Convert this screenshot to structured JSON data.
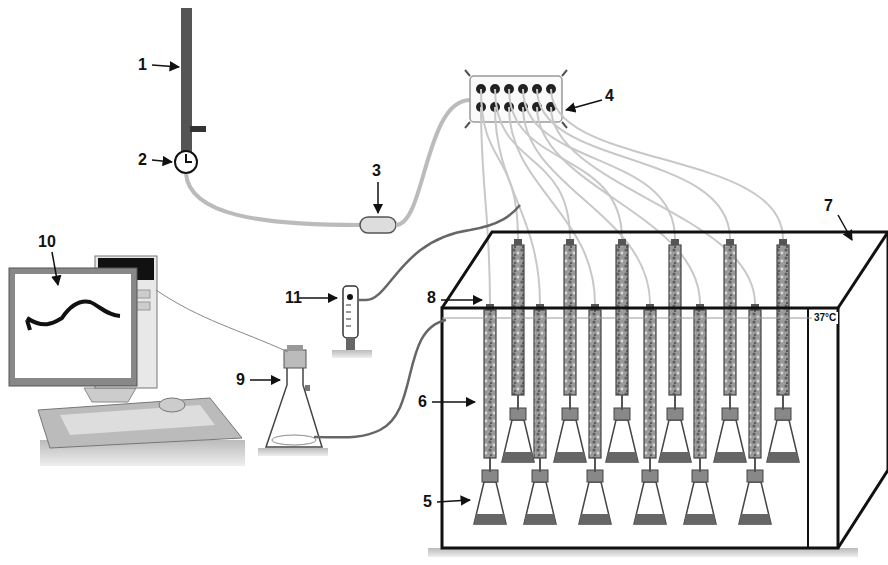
{
  "diagram": {
    "labels": [
      "1",
      "2",
      "3",
      "4",
      "5",
      "6",
      "7",
      "8",
      "9",
      "10",
      "11",
      "37°C"
    ]
  }
}
